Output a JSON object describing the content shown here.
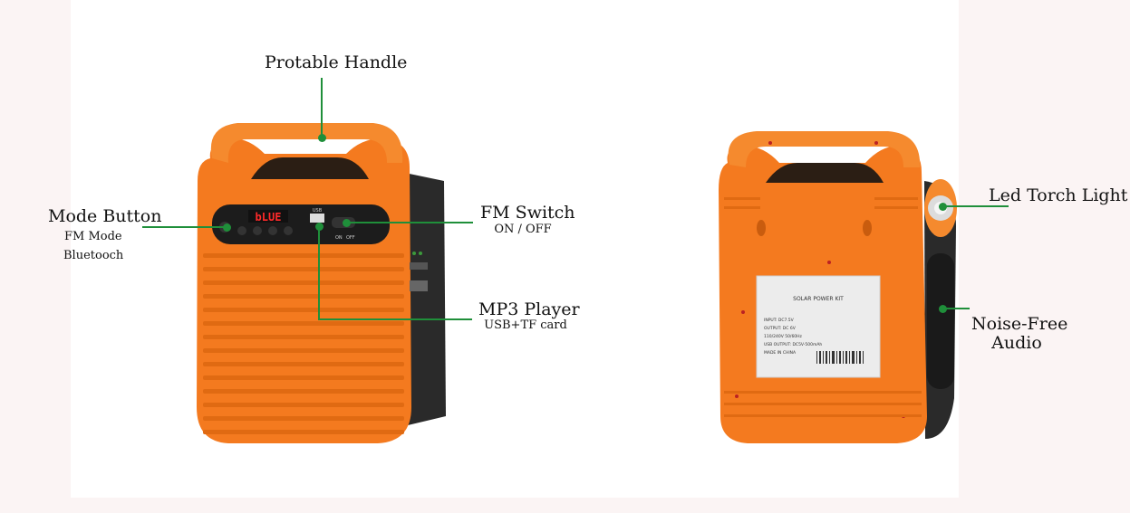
{
  "callouts": {
    "handle": {
      "title": "Protable Handle"
    },
    "mode": {
      "title": "Mode Button",
      "line1": "FM Mode",
      "line2": "Bluetooch"
    },
    "fm": {
      "title": "FM Switch",
      "sub": "ON / OFF"
    },
    "mp3": {
      "title": "MP3 Player",
      "sub": "USB+TF card"
    },
    "torch": {
      "title": "Led Torch Light"
    },
    "noise": {
      "line1": "Noise-Free",
      "line2": "Audio"
    }
  },
  "device": {
    "display_digits": "bLUE",
    "usb_label": "USB",
    "on_label": "ON",
    "off_label": "OFF"
  },
  "back_label": {
    "heading": "SOLAR POWER KIT",
    "input": "INPUT: DC7.5V",
    "output": "OUTPUT: DC 6V",
    "ac": "110/240V  50/60Hz",
    "usb": "USB OUTPUT: DC5V-500mAh",
    "made": "MADE IN CHINA"
  },
  "colors": {
    "accent": "#1f8f3a",
    "body": "#f47a1f",
    "panel": "#1c1c1c"
  }
}
